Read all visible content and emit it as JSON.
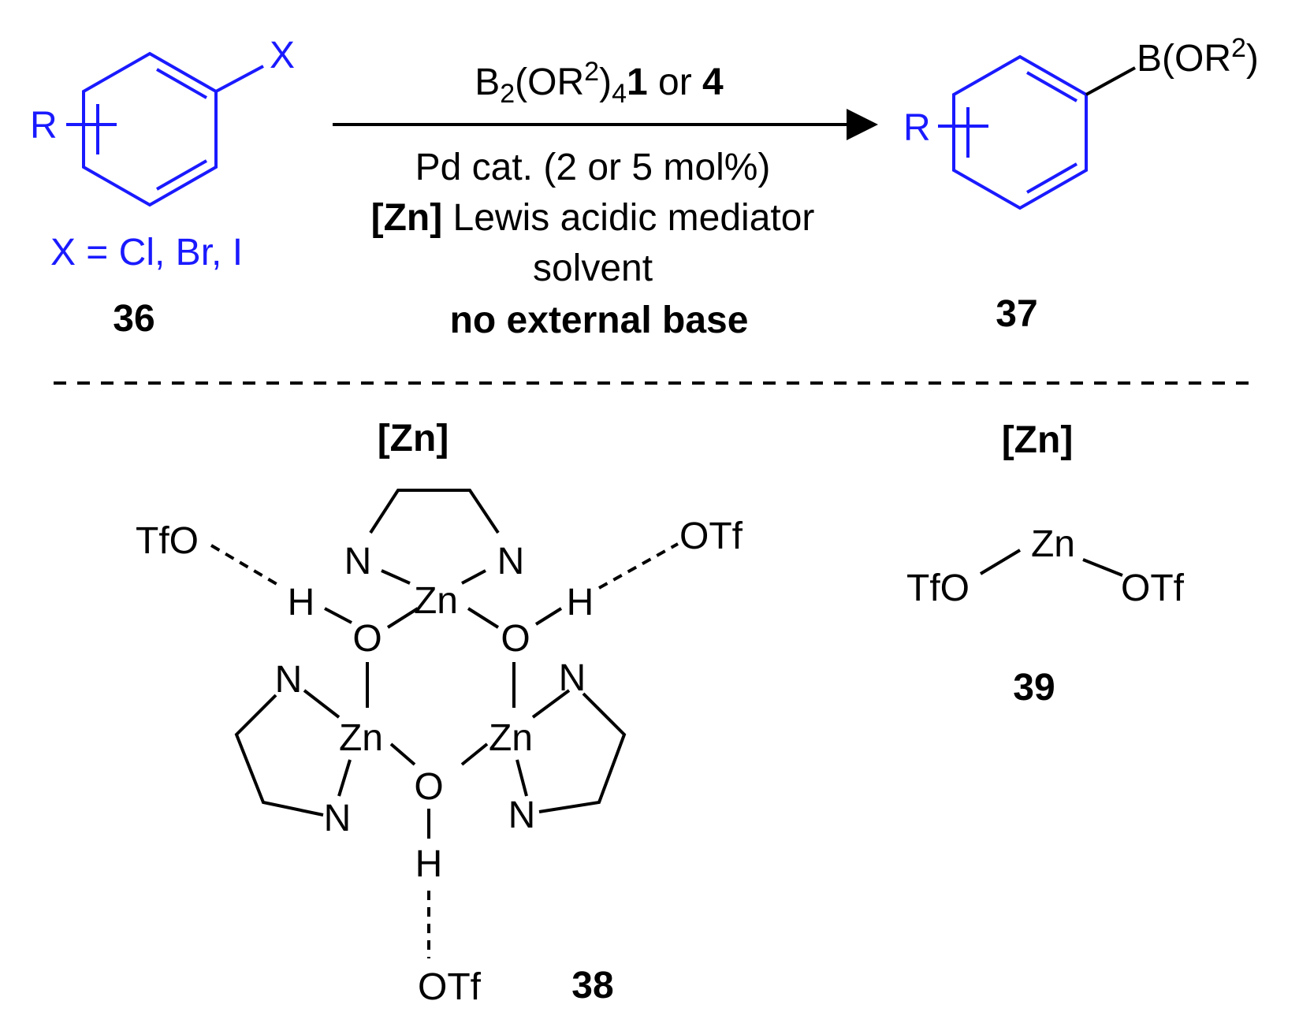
{
  "reaction": {
    "substrate": {
      "substituent": "R",
      "leaving_group": "X",
      "definition": "X = Cl, Br, I",
      "number": "36"
    },
    "conditions": {
      "reagent_prefix": "B",
      "reagent_sub1": "2",
      "reagent_mid": "(OR",
      "reagent_sup": "2",
      "reagent_close": ")",
      "reagent_sub2": "4",
      "reagent_n1": "1",
      "reagent_or": " or ",
      "reagent_n2": "4",
      "catalyst": "Pd cat. (2 or 5 mol%)",
      "mediator_tag": "[Zn]",
      "mediator_text": " Lewis acidic mediator",
      "solvent": "solvent",
      "base_note": "no external base"
    },
    "product": {
      "substituent": "R",
      "group_prefix": "B(OR",
      "group_sup": "2",
      "group_close": ")",
      "number": "37"
    }
  },
  "mediators": {
    "cluster": {
      "header": "[Zn]",
      "number": "38",
      "zn": "Zn",
      "o": "O",
      "n": "N",
      "h": "H",
      "otf": "OTf",
      "tfo": "TfO"
    },
    "simple": {
      "header": "[Zn]",
      "number": "39",
      "zn": "Zn",
      "tfo": "TfO",
      "otf": "OTf"
    }
  },
  "colors": {
    "highlight": "#1a1aff",
    "default": "#000000"
  }
}
